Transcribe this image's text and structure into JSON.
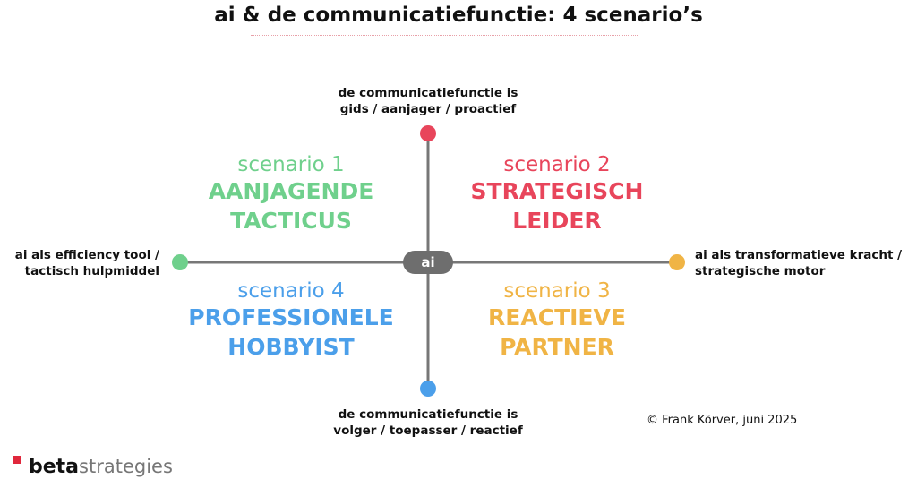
{
  "title": "ai & de communicatiefunctie: 4 scenario’s",
  "axes": {
    "top": {
      "line1": "de communicatiefunctie is",
      "line2": "gids / aanjager / proactief"
    },
    "bottom": {
      "line1": "de communicatiefunctie is",
      "line2": "volger / toepasser / reactief"
    },
    "left": {
      "line1": "ai als efficiency tool /",
      "line2": "tactisch hulpmiddel"
    },
    "right": {
      "line1": "ai als transformatieve kracht /",
      "line2": "strategische motor"
    },
    "center": "ai"
  },
  "scenarios": [
    {
      "number": "scenario 1",
      "line1": "AANJAGENDE",
      "line2": "TACTICUS",
      "color": "#6fd08c"
    },
    {
      "number": "scenario 2",
      "line1": "STRATEGISCH",
      "line2": "LEIDER",
      "color": "#e8455b"
    },
    {
      "number": "scenario 3",
      "line1": "REACTIEVE",
      "line2": "PARTNER",
      "color": "#f0b445"
    },
    {
      "number": "scenario 4",
      "line1": "PROFESSIONELE",
      "line2": "HOBBYIST",
      "color": "#4b9fea"
    }
  ],
  "dot_colors": {
    "top": "#e8455b",
    "bottom": "#4b9fea",
    "left": "#6fd08c",
    "right": "#f0b445"
  },
  "copyright": "© Frank Körver, juni 2025",
  "logo": {
    "bold": "beta",
    "light": "strategies",
    "mark_color": "#e0283c"
  }
}
